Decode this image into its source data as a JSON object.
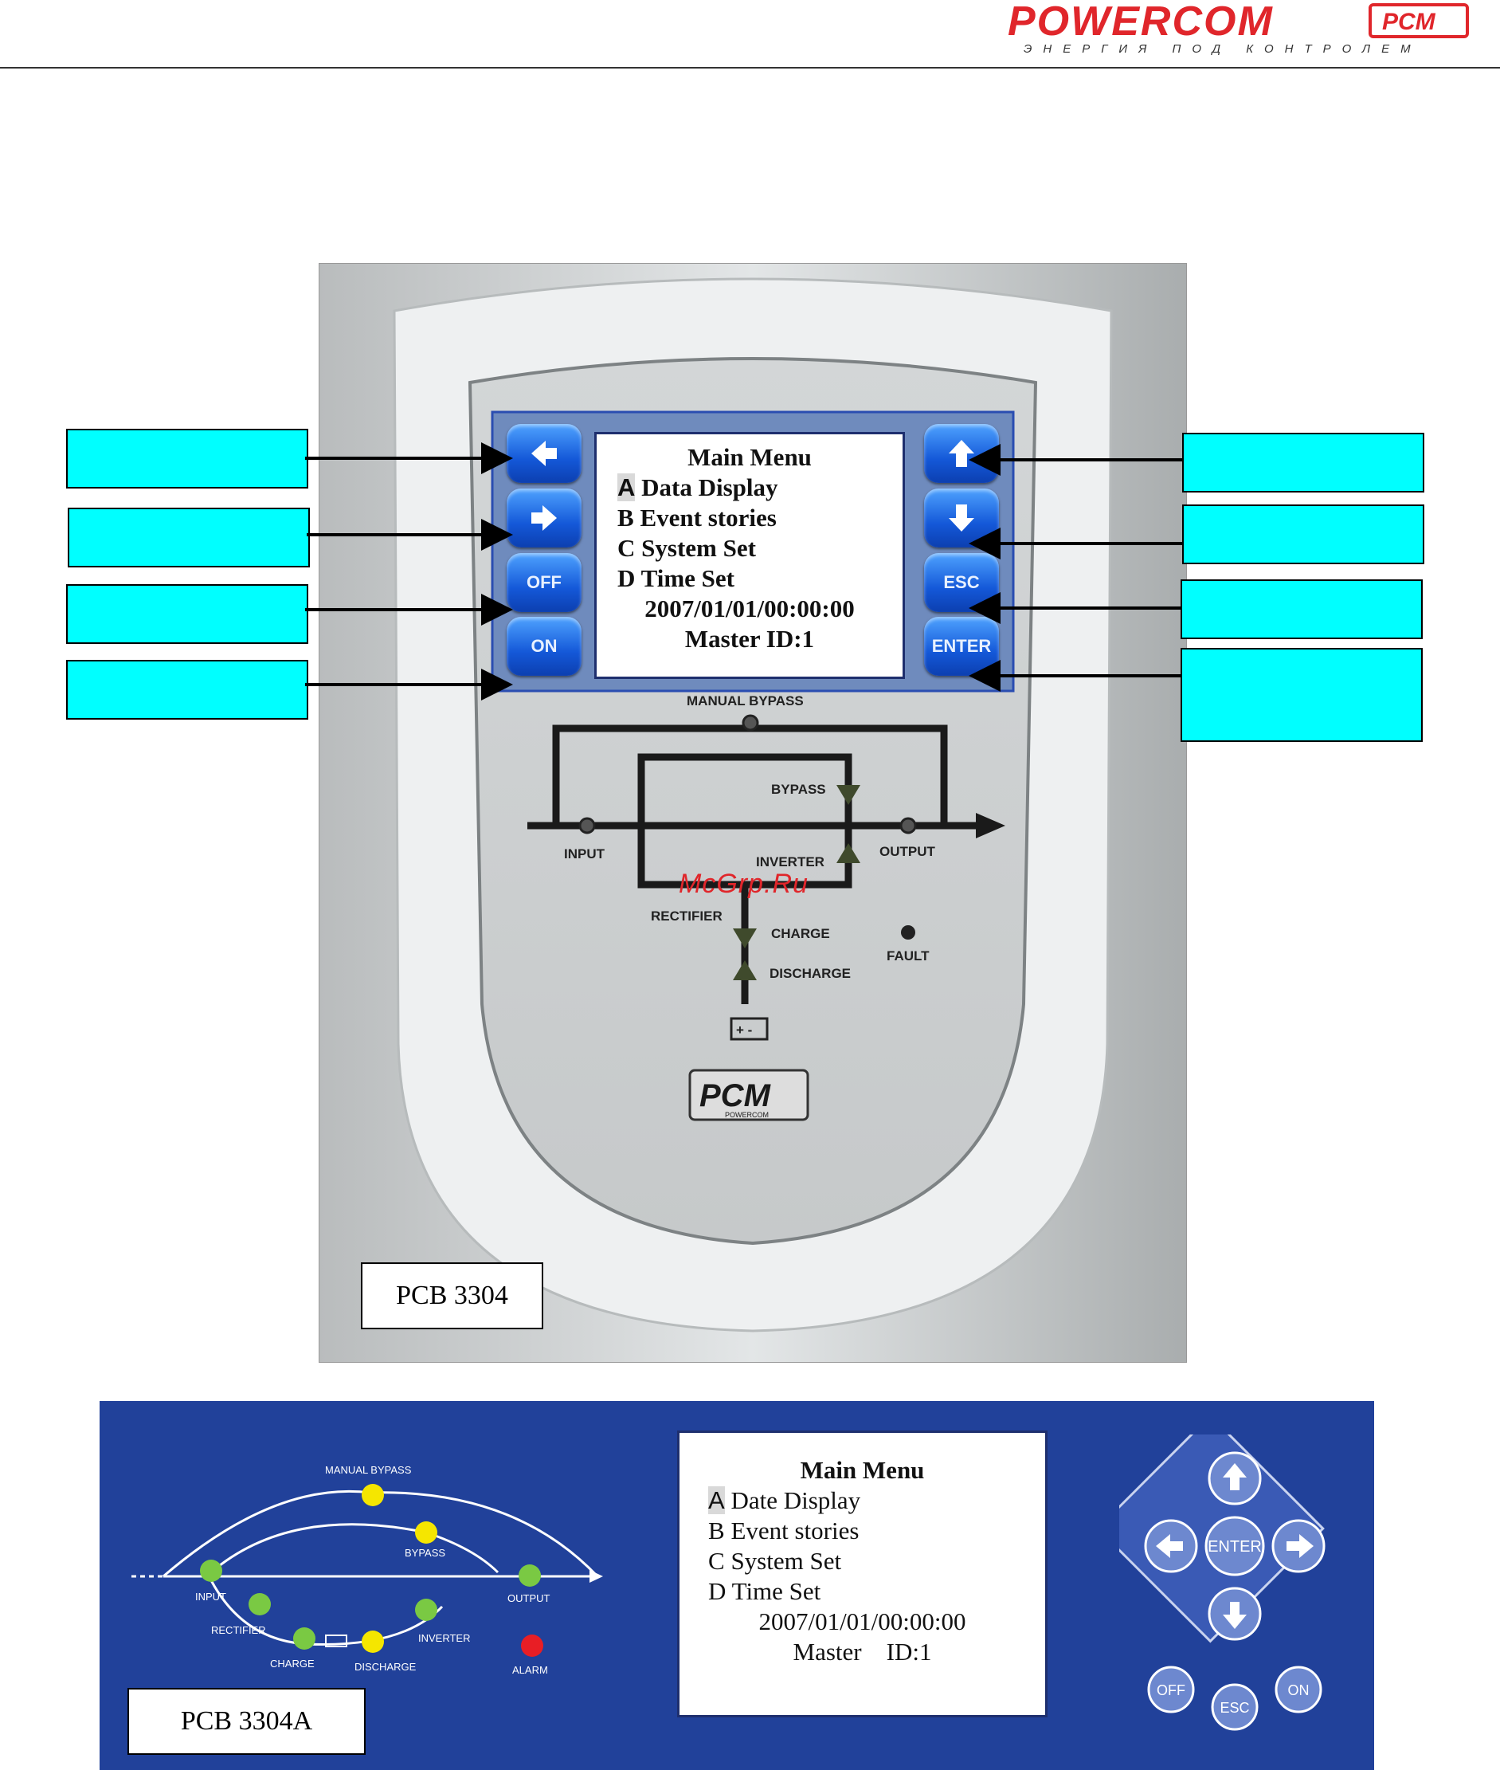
{
  "header": {
    "brand": "POWERCOM",
    "brand_mark": "PCM",
    "tagline": "ЭНЕРГИЯ ПОД КОНТРОЛЕМ"
  },
  "watermark": "McGrp.Ru",
  "panel_3304": {
    "model": "PCB 3304",
    "display": {
      "title": "Main Menu",
      "items": [
        {
          "key": "A",
          "text": "Data Display",
          "selected": true
        },
        {
          "key": "B",
          "text": "Event stories",
          "selected": false
        },
        {
          "key": "C",
          "text": "System Set",
          "selected": false
        },
        {
          "key": "D",
          "text": "Time Set",
          "selected": false
        }
      ],
      "datetime": "2007/01/01/00:00:00",
      "master": "Master ID:1"
    },
    "buttons_left": [
      "left-arrow",
      "right-arrow",
      "OFF",
      "ON"
    ],
    "buttons_right": [
      "up-arrow",
      "down-arrow",
      "ESC",
      "ENTER"
    ],
    "mimic": {
      "manual_bypass": "MANUAL BYPASS",
      "bypass": "BYPASS",
      "input": "INPUT",
      "output": "OUTPUT",
      "inverter": "INVERTER",
      "rectifier": "RECTIFIER",
      "charge": "CHARGE",
      "discharge": "DISCHARGE",
      "fault": "FAULT"
    },
    "logo": "PCM",
    "logo_sub": "POWERCOM"
  },
  "panel_3304a": {
    "model": "PCB 3304A",
    "display": {
      "title": "Main Menu",
      "items": [
        {
          "key": "A",
          "text": "Date Display",
          "selected": true
        },
        {
          "key": "B",
          "text": "Event stories",
          "selected": false
        },
        {
          "key": "C",
          "text": "System Set",
          "selected": false
        },
        {
          "key": "D",
          "text": "Time Set",
          "selected": false
        }
      ],
      "datetime": "2007/01/01/00:00:00",
      "master": "Master    ID:1"
    },
    "mimic": {
      "manual_bypass": "MANUAL BYPASS",
      "bypass": "BYPASS",
      "input": "INPUT",
      "output": "OUTPUT",
      "rectifier": "RECTIFIER",
      "inverter": "INVERTER",
      "charge": "CHARGE",
      "discharge": "DISCHARGE",
      "alarm": "ALARM"
    },
    "keypad": {
      "enter": "ENTER",
      "off": "OFF",
      "esc": "ESC",
      "on": "ON"
    }
  },
  "colors": {
    "label_fill": "#00ffff",
    "key_blue": "#1458d8",
    "panel_blue": "#21419a",
    "led_green": "#7ac943",
    "led_yellow": "#f5e600",
    "led_red": "#e81e25"
  }
}
